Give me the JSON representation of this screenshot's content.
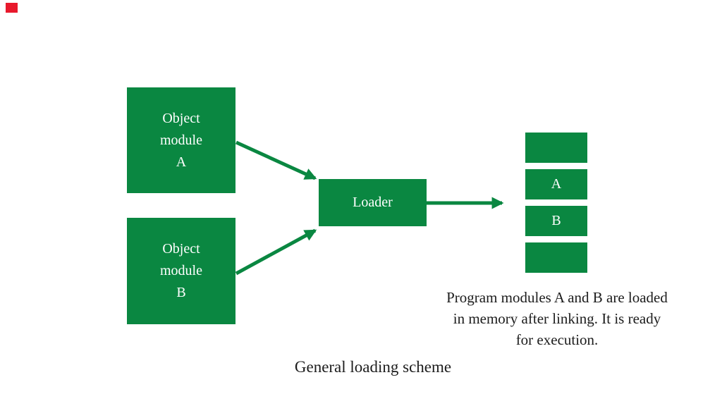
{
  "colors": {
    "page_bg": "#ffffff",
    "box_green": "#0a8741",
    "box_text": "#ffffff",
    "body_text": "#1c1c1c",
    "red_mark": "#e8192c"
  },
  "decorations": {
    "red_corner_mark": "red-rectangle-top-left"
  },
  "diagram": {
    "module_a_label": "Object\nmodule\nA",
    "module_b_label": "Object\nmodule\nB",
    "loader_label": "Loader",
    "memory_cells": [
      {
        "label": ""
      },
      {
        "label": "A"
      },
      {
        "label": "B"
      },
      {
        "label": ""
      }
    ],
    "arrows": [
      "object-module-a-to-loader",
      "object-module-b-to-loader",
      "loader-to-memory"
    ],
    "description": "Program modules A and B are loaded\nin memory after linking. It is ready\nfor execution.",
    "caption": "General loading scheme"
  }
}
